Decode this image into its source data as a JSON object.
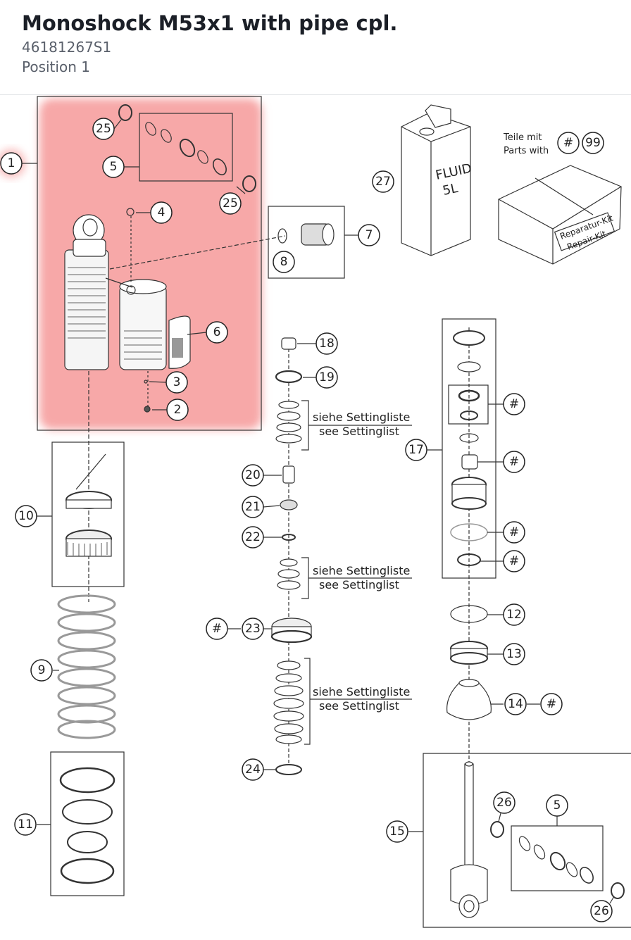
{
  "header": {
    "title": "Monoshock M53x1 with pipe cpl.",
    "part_number": "46181267S1",
    "position": "Position 1"
  },
  "colors": {
    "highlight": "#f7a8a8",
    "line": "#333333",
    "title": "#1b1f27",
    "subtitle": "#5a606b"
  },
  "diagram": {
    "callouts": {
      "c1": "1",
      "c2": "2",
      "c3": "3",
      "c4": "4",
      "c5a": "5",
      "c5b": "5",
      "c6": "6",
      "c7": "7",
      "c8": "8",
      "c9": "9",
      "c10": "10",
      "c11": "11",
      "c12": "12",
      "c13": "13",
      "c14": "14",
      "c15": "15",
      "c17": "17",
      "c18": "18",
      "c19": "19",
      "c20": "20",
      "c21": "21",
      "c22": "22",
      "c23": "23",
      "c24": "24",
      "c25a": "25",
      "c25b": "25",
      "c26a": "26",
      "c26b": "26",
      "c27": "27",
      "c99": "99",
      "h_legend": "#",
      "h17a": "#",
      "h17b": "#",
      "h17c": "#",
      "h17d": "#",
      "h14": "#",
      "h23": "#"
    },
    "texts": {
      "setting_de_1": "siehe Settingliste",
      "setting_en_1": "see Settinglist",
      "setting_de_2": "siehe Settingliste",
      "setting_en_2": "see Settinglist",
      "setting_de_3": "siehe Settingliste",
      "setting_en_3": "see Settinglist",
      "teile_mit": "Teile mit",
      "parts_with": "Parts with",
      "fluid_1": "FLUID",
      "fluid_2": "5L",
      "kit_1": "Reparatur-Kit",
      "kit_2": "Repair-Kit"
    }
  }
}
